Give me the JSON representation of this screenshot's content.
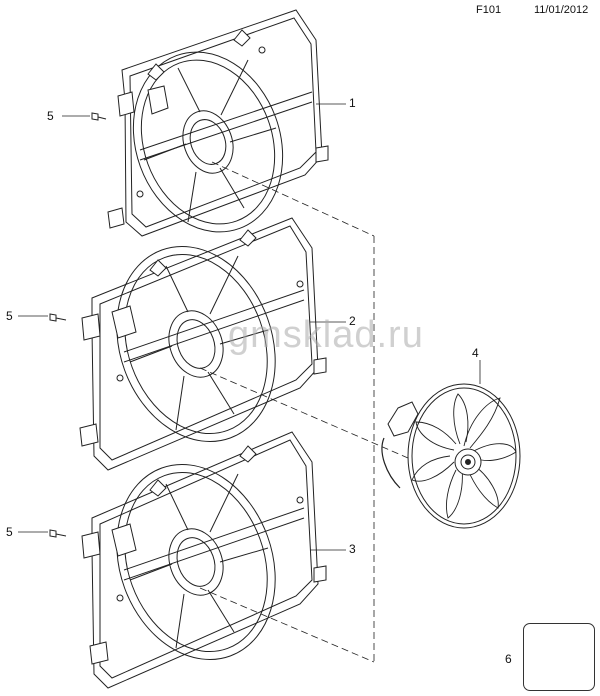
{
  "header": {
    "code": "F101",
    "date": "11/01/2012"
  },
  "watermark": "gmsklad.ru",
  "callouts": {
    "frame_top": "1",
    "frame_middle": "2",
    "frame_bottom": "3",
    "fan": "4",
    "screw_top": "5",
    "screw_middle": "5",
    "screw_bottom": "5",
    "inset_screw": "6"
  }
}
